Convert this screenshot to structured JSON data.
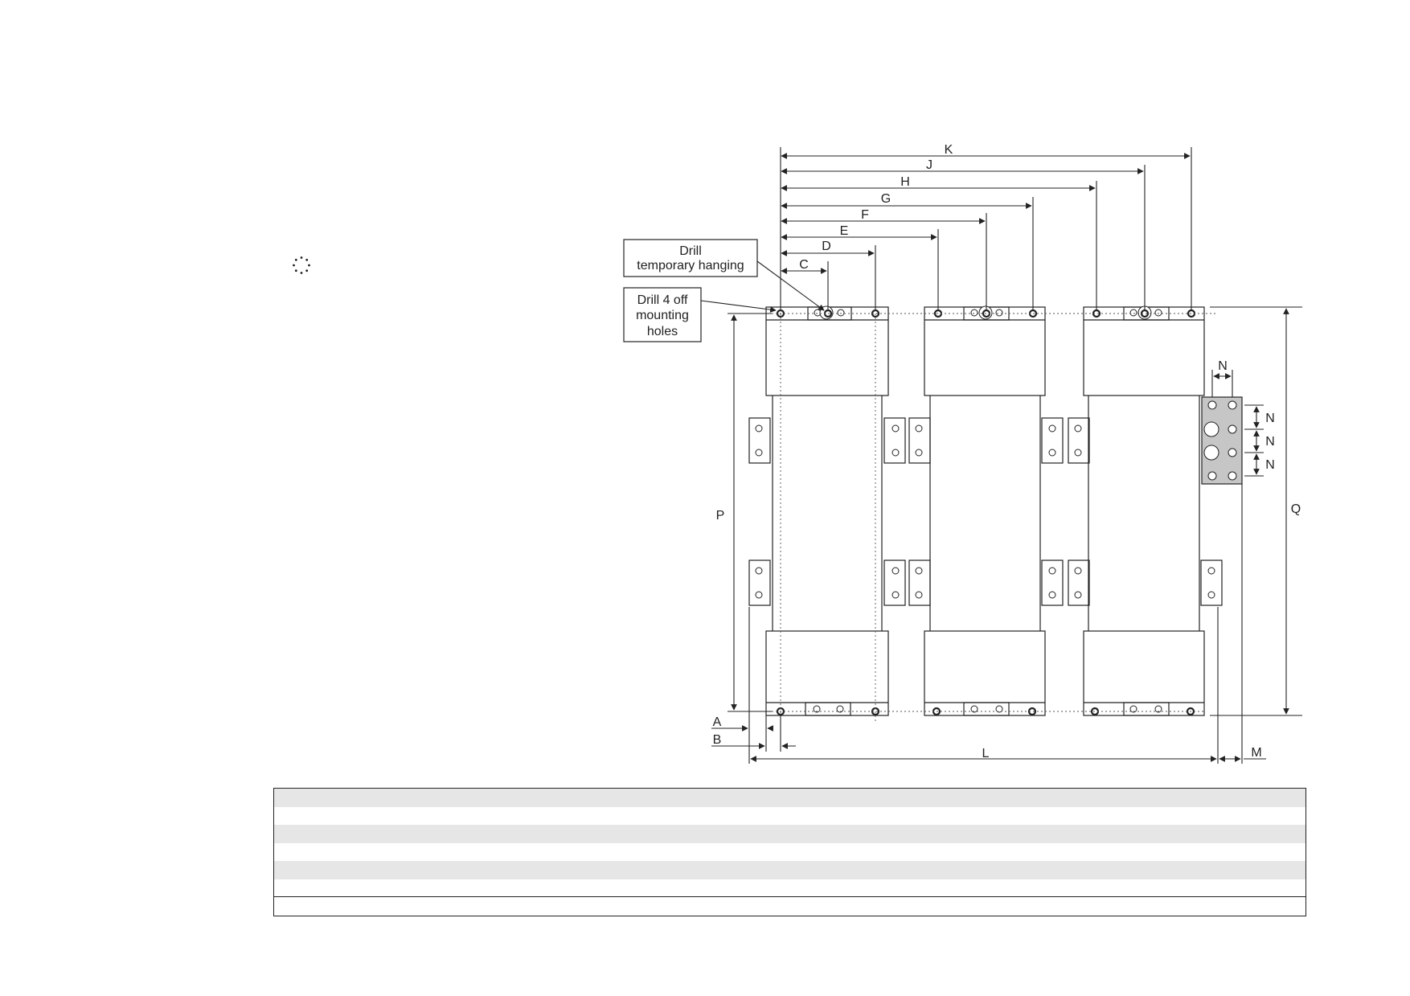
{
  "labels": {
    "K": "K",
    "J": "J",
    "H": "H",
    "G": "G",
    "F": "F",
    "E": "E",
    "D": "D",
    "C": "C",
    "P": "P",
    "Q": "Q",
    "N": "N",
    "A": "A",
    "B": "B",
    "L": "L",
    "M": "M"
  },
  "callouts": {
    "temporary_hanging_line1": "Drill",
    "temporary_hanging_line2": "temporary hanging",
    "mounting_line1": "Drill 4 off",
    "mounting_line2": "mounting",
    "mounting_line3": "holes"
  },
  "colors": {
    "line": "#222222",
    "terminal_fill": "#c6c6c6",
    "table_shade": "#e6e6e6"
  },
  "icons": {
    "loading": "dotted-circle-icon"
  },
  "table": {
    "rows": [
      "shade",
      "blank",
      "shade",
      "blank",
      "shade",
      "blank"
    ]
  }
}
